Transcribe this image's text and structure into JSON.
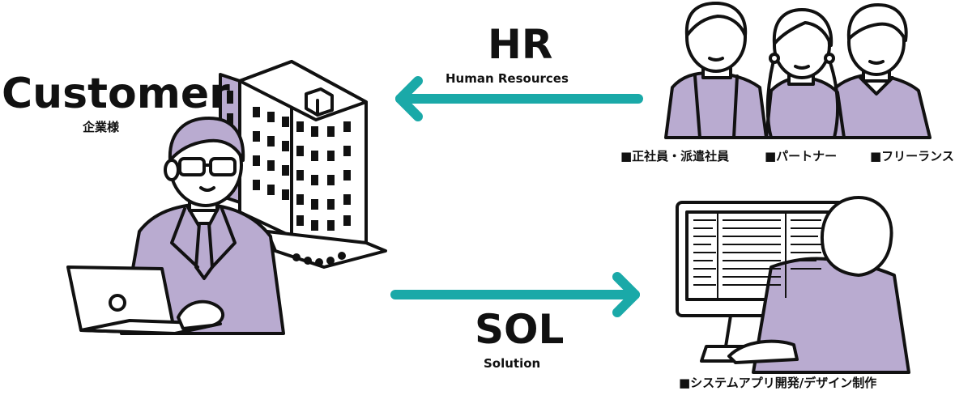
{
  "customer": {
    "title": "Customer",
    "subtitle": "企業様"
  },
  "hr": {
    "title": "HR",
    "subtitle": "Human Resources"
  },
  "sol": {
    "title": "SOL",
    "subtitle": "Solution"
  },
  "workers": {
    "categories": [
      "■正社員・派遣社員",
      "■パートナー",
      "■フリーランス"
    ]
  },
  "solution_caption": "■システムアプリ開発/デザイン制作",
  "colors": {
    "arrow": "#1aa9a8",
    "accent_fill": "#b9abd0",
    "outline": "#111111"
  },
  "icons": {
    "building": "office-building-icon",
    "businessman": "businessman-laptop-icon",
    "people": "people-group-icon",
    "developer": "developer-monitor-icon"
  }
}
